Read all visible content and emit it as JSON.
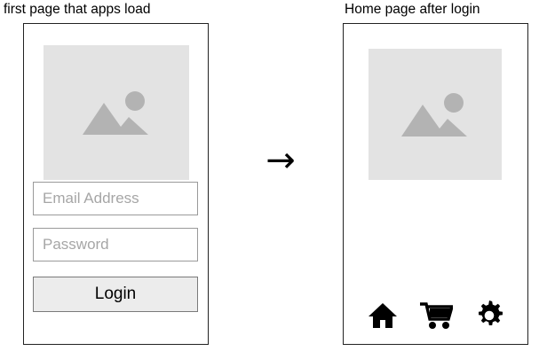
{
  "diagram": {
    "type": "wireframe-flow",
    "arrow": {
      "glyph": "→",
      "name": "right-arrow-icon"
    },
    "screens": [
      {
        "id": "login",
        "caption": "first page that apps load",
        "image_placeholder": {
          "icon": "image-placeholder-icon",
          "fill": "#e3e3e3",
          "glyph_fill": "#b3b3b3"
        },
        "fields": [
          {
            "name": "email-field",
            "placeholder": "Email Address",
            "value": ""
          },
          {
            "name": "password-field",
            "placeholder": "Password",
            "value": ""
          }
        ],
        "button": {
          "label": "Login"
        }
      },
      {
        "id": "home",
        "caption": "Home page after login",
        "image_placeholder": {
          "icon": "image-placeholder-icon",
          "fill": "#e3e3e3",
          "glyph_fill": "#b3b3b3"
        },
        "navbar": [
          {
            "name": "home-icon",
            "label": "Home"
          },
          {
            "name": "shopping-cart-icon",
            "label": "Cart"
          },
          {
            "name": "gear-icon",
            "label": "Settings"
          }
        ]
      }
    ]
  },
  "colors": {
    "frame_border": "#222222",
    "placeholder_bg": "#e3e3e3",
    "placeholder_glyph": "#b3b3b3",
    "input_border": "#9a9a9a",
    "input_text": "#a6a6a6",
    "button_bg": "#ececec",
    "button_border": "#7a7a7a",
    "text": "#000000"
  }
}
